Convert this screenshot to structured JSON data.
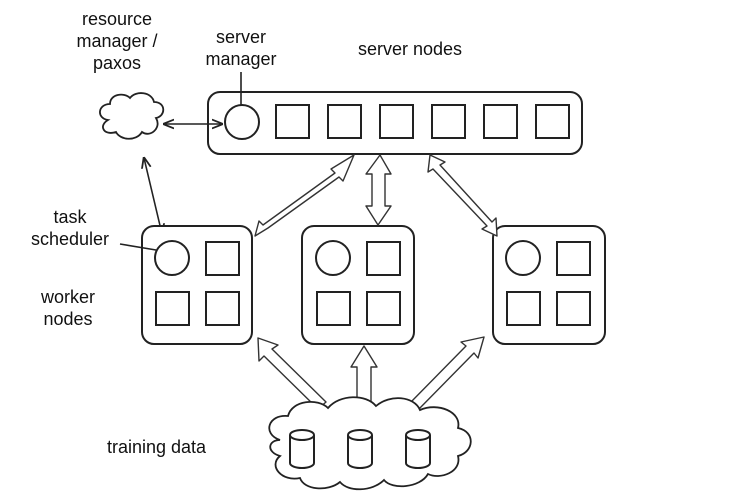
{
  "labels": {
    "resource_manager_line1": "resource",
    "resource_manager_line2": "manager /",
    "resource_manager_line3": "paxos",
    "server_manager_line1": "server",
    "server_manager_line2": "manager",
    "server_nodes": "server nodes",
    "task_scheduler_line1": "task",
    "task_scheduler_line2": "scheduler",
    "worker_nodes_line1": "worker",
    "worker_nodes_line2": "nodes",
    "training_data": "training data"
  },
  "structure": {
    "server_group": {
      "managers": 1,
      "servers": 6
    },
    "worker_groups": [
      {
        "schedulers": 1,
        "workers": 3
      },
      {
        "schedulers": 1,
        "workers": 3
      },
      {
        "schedulers": 1,
        "workers": 3
      }
    ],
    "training_data_partitions": 3
  }
}
